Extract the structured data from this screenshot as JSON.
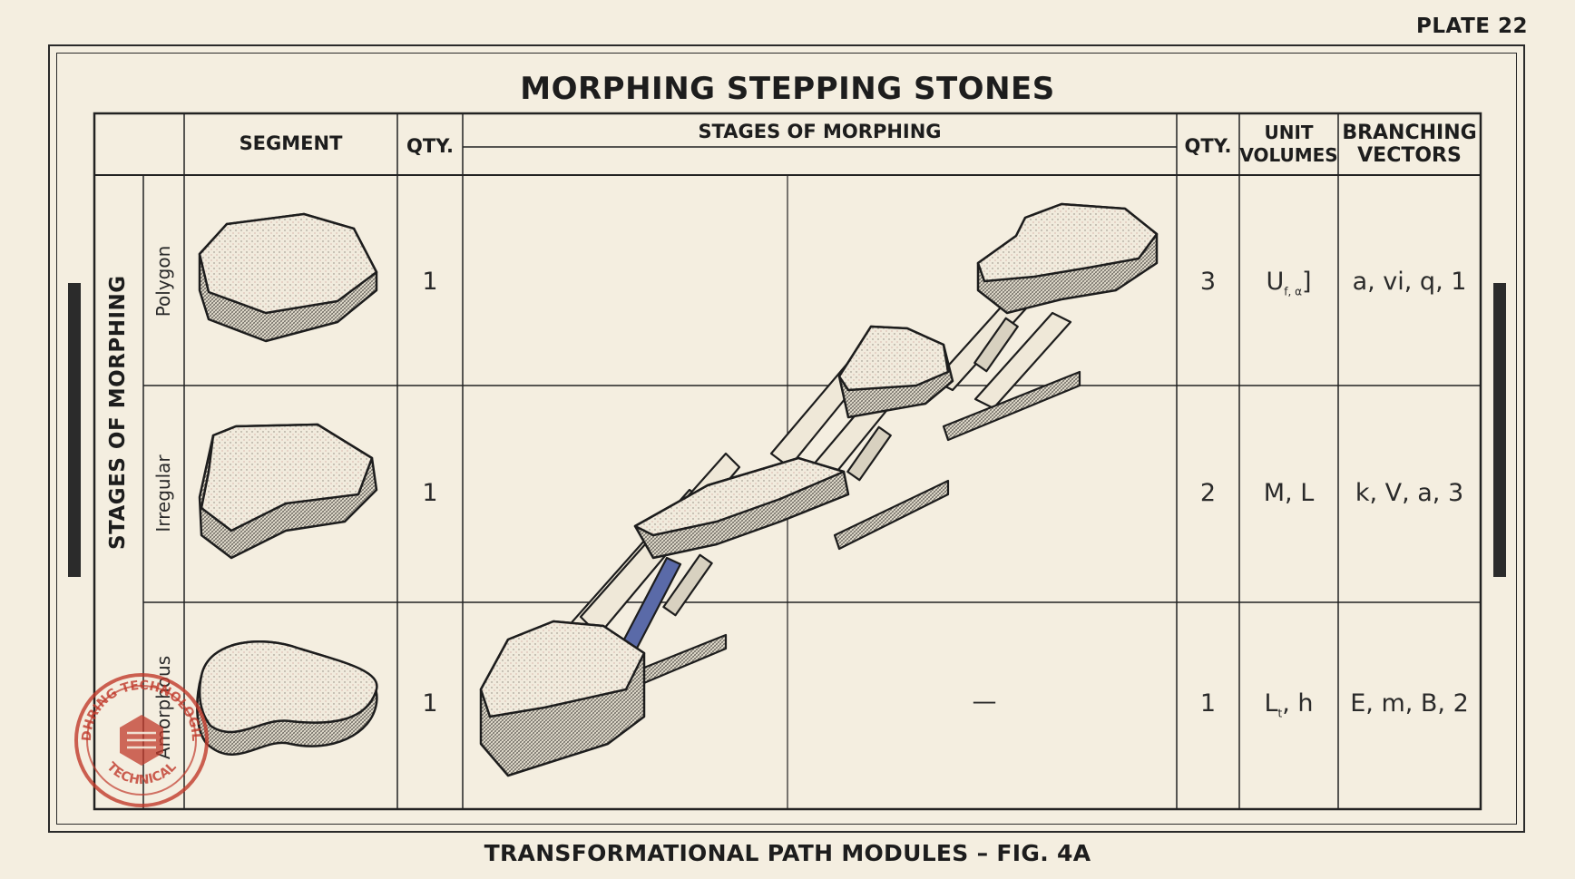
{
  "plate": {
    "label": "PLATE 22"
  },
  "title": "MORPHING STEPPING STONES",
  "caption": "TRANSFORMATIONAL PATH MODULES – FIG. 4A",
  "side_title": "STAGES OF MORPHING",
  "headers": {
    "segment": "SEGMENT",
    "qty_left": "QTY.",
    "stages": "STAGES OF MORPHING",
    "qty_right": "QTY.",
    "unit_volumes_line1": "UNIT",
    "unit_volumes_line2": "VOLUMES",
    "branching_line1": "BRANCHING",
    "branching_line2": "VECTORS"
  },
  "rows": [
    {
      "label": "Polygon",
      "qty": "1",
      "stage_mark": "",
      "qty_right": "3",
      "unit_volumes": "U",
      "unit_volumes_sub": "f, α",
      "unit_volumes_suffix": "]",
      "branching": "a, vi, q, 1"
    },
    {
      "label": "Irregular",
      "qty": "1",
      "stage_mark": "",
      "qty_right": "2",
      "unit_volumes": "M, L",
      "unit_volumes_sub": "",
      "unit_volumes_suffix": "",
      "branching": "k, V, a, 3"
    },
    {
      "label": "Amorphous",
      "qty": "1",
      "stage_mark": "—",
      "qty_right": "1",
      "unit_volumes": "L",
      "unit_volumes_sub": "t",
      "unit_volumes_suffix": ", h",
      "branching": "E, m, B, 2"
    }
  ],
  "stamp": {
    "top_text": "DHRING TECHNOLOGIL",
    "bottom_text": "TECHNICAL"
  },
  "colors": {
    "paper": "#f4eee0",
    "ink": "#1d1d1d",
    "stamp": "#c0392b",
    "accent_blue": "#5a6aa8"
  }
}
